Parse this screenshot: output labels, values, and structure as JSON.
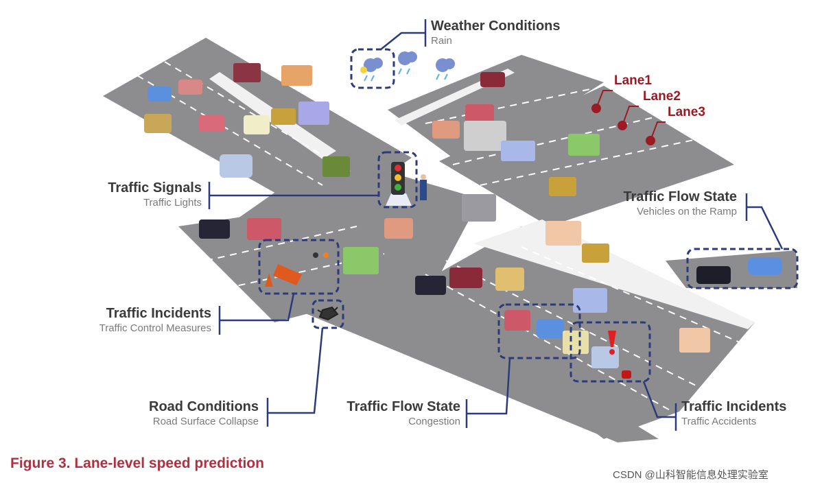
{
  "labels": {
    "weather": {
      "title": "Weather Conditions",
      "sub": "Rain"
    },
    "signals": {
      "title": "Traffic Signals",
      "sub": "Traffic Lights"
    },
    "flow_ramp": {
      "title": "Traffic Flow State",
      "sub": "Vehicles on the Ramp"
    },
    "incidents_control": {
      "title": "Traffic Incidents",
      "sub": "Traffic Control Measures"
    },
    "road": {
      "title": "Road Conditions",
      "sub": "Road Surface Collapse"
    },
    "flow_congestion": {
      "title": "Traffic Flow State",
      "sub": "Congestion"
    },
    "incidents_accident": {
      "title": "Traffic Incidents",
      "sub": "Traffic Accidents"
    }
  },
  "lanes": [
    "Lane1",
    "Lane2",
    "Lane3"
  ],
  "caption": "Figure 3.  Lane-level speed prediction",
  "watermark": "CSDN @山科智能信息处理实验室",
  "colors": {
    "road": "#8b8b8d",
    "sidewalk": "#f1f1f1",
    "callout": "#2b3a7a",
    "lane_marker": "#9c1a22",
    "caption": "#b03040"
  }
}
